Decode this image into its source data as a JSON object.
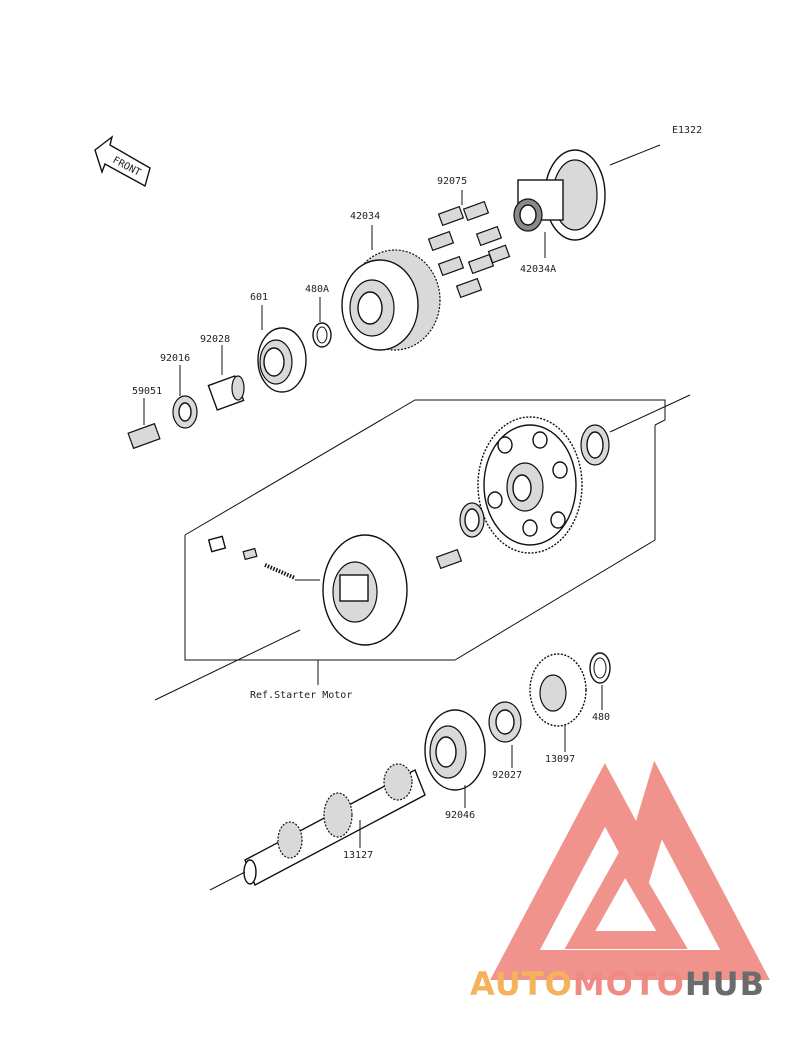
{
  "diagram": {
    "code": "E1322",
    "front_label": "FRONT",
    "ref_note": "Ref.Starter Motor",
    "parts": {
      "p42034": "42034",
      "p92075": "92075",
      "p42034A": "42034A",
      "p480A": "480A",
      "p601": "601",
      "p92028": "92028",
      "p92016": "92016",
      "p59051": "59051",
      "p480": "480",
      "p13097": "13097",
      "p92027": "92027",
      "p92046": "92046",
      "p13127": "13127"
    }
  },
  "watermark": {
    "part1": "AUTO",
    "part2": "MOTO",
    "part3": "HUB",
    "color_primary": "#f08a84",
    "color_orange": "#f4b25a",
    "color_gray": "#6b6b6b"
  }
}
